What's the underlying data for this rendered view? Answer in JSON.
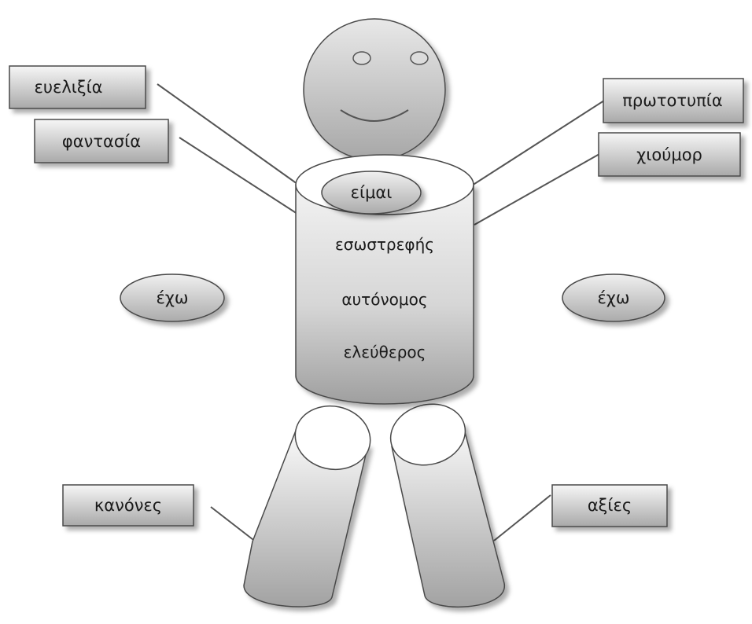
{
  "labels": {
    "flexibility": "ευελιξία",
    "imagination": "φαντασία",
    "originality": "πρωτοτυπία",
    "humor": "χιούμορ",
    "rules": "κανόνες",
    "values": "αξίες"
  },
  "ovals": {
    "i_am": "είμαι",
    "have_left": "έχω",
    "have_right": "έχω"
  },
  "body_words": [
    "εσωστρεφής",
    "αυτόνομος",
    "ελεύθερος"
  ]
}
